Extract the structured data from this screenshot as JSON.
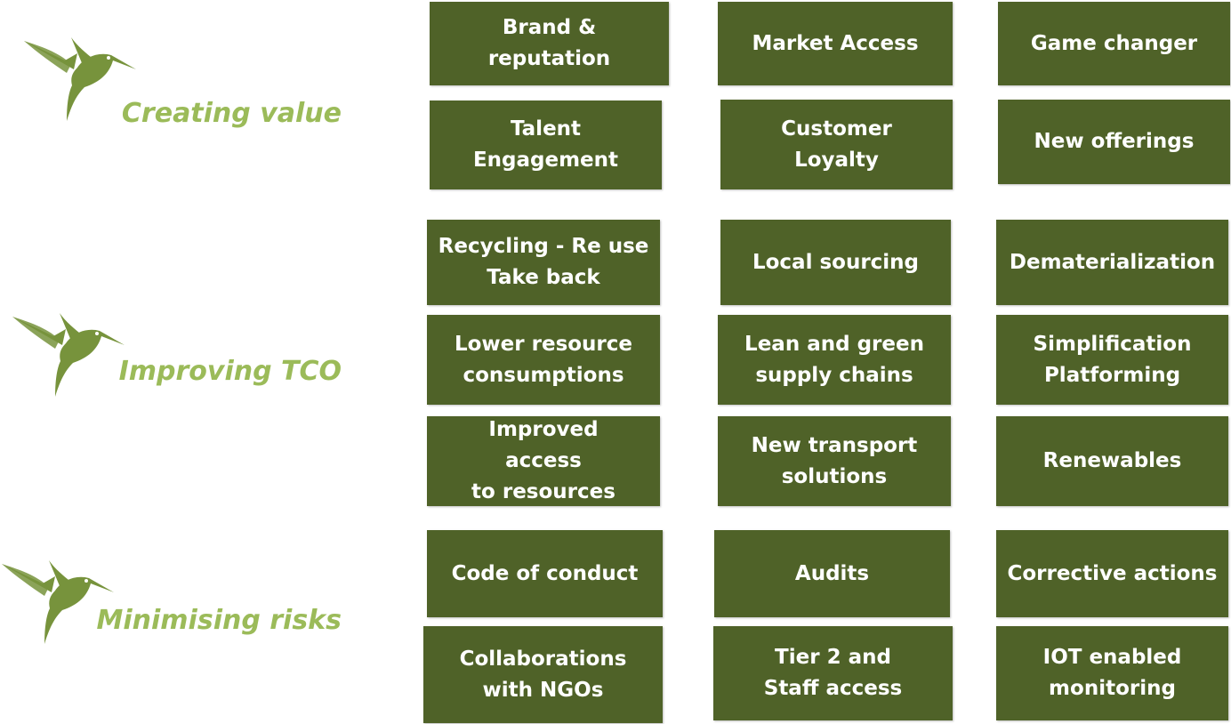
{
  "colors": {
    "box": "#4f6228",
    "label": "#9bbb59",
    "bird": "#77933c"
  },
  "sections": [
    {
      "label": "Creating value",
      "icon": "hummingbird-icon",
      "boxes": [
        "Brand &\nreputation",
        "Market Access",
        "Game changer",
        "Talent\nEngagement",
        "Customer\nLoyalty",
        "New offerings"
      ]
    },
    {
      "label": "Improving TCO",
      "icon": "hummingbird-icon",
      "boxes": [
        "Recycling - Re use\nTake back",
        "Local sourcing",
        "Dematerialization",
        "Lower resource\nconsumptions",
        "Lean and green\nsupply chains",
        "Simplification\nPlatforming",
        "Improved\naccess\nto resources",
        "New transport\nsolutions",
        "Renewables"
      ]
    },
    {
      "label": "Minimising risks",
      "icon": "hummingbird-icon",
      "boxes": [
        "Code of conduct",
        "Audits",
        "Corrective actions",
        "Collaborations\nwith NGOs",
        "Tier 2 and\nStaff access",
        "IOT enabled\nmonitoring"
      ]
    }
  ]
}
